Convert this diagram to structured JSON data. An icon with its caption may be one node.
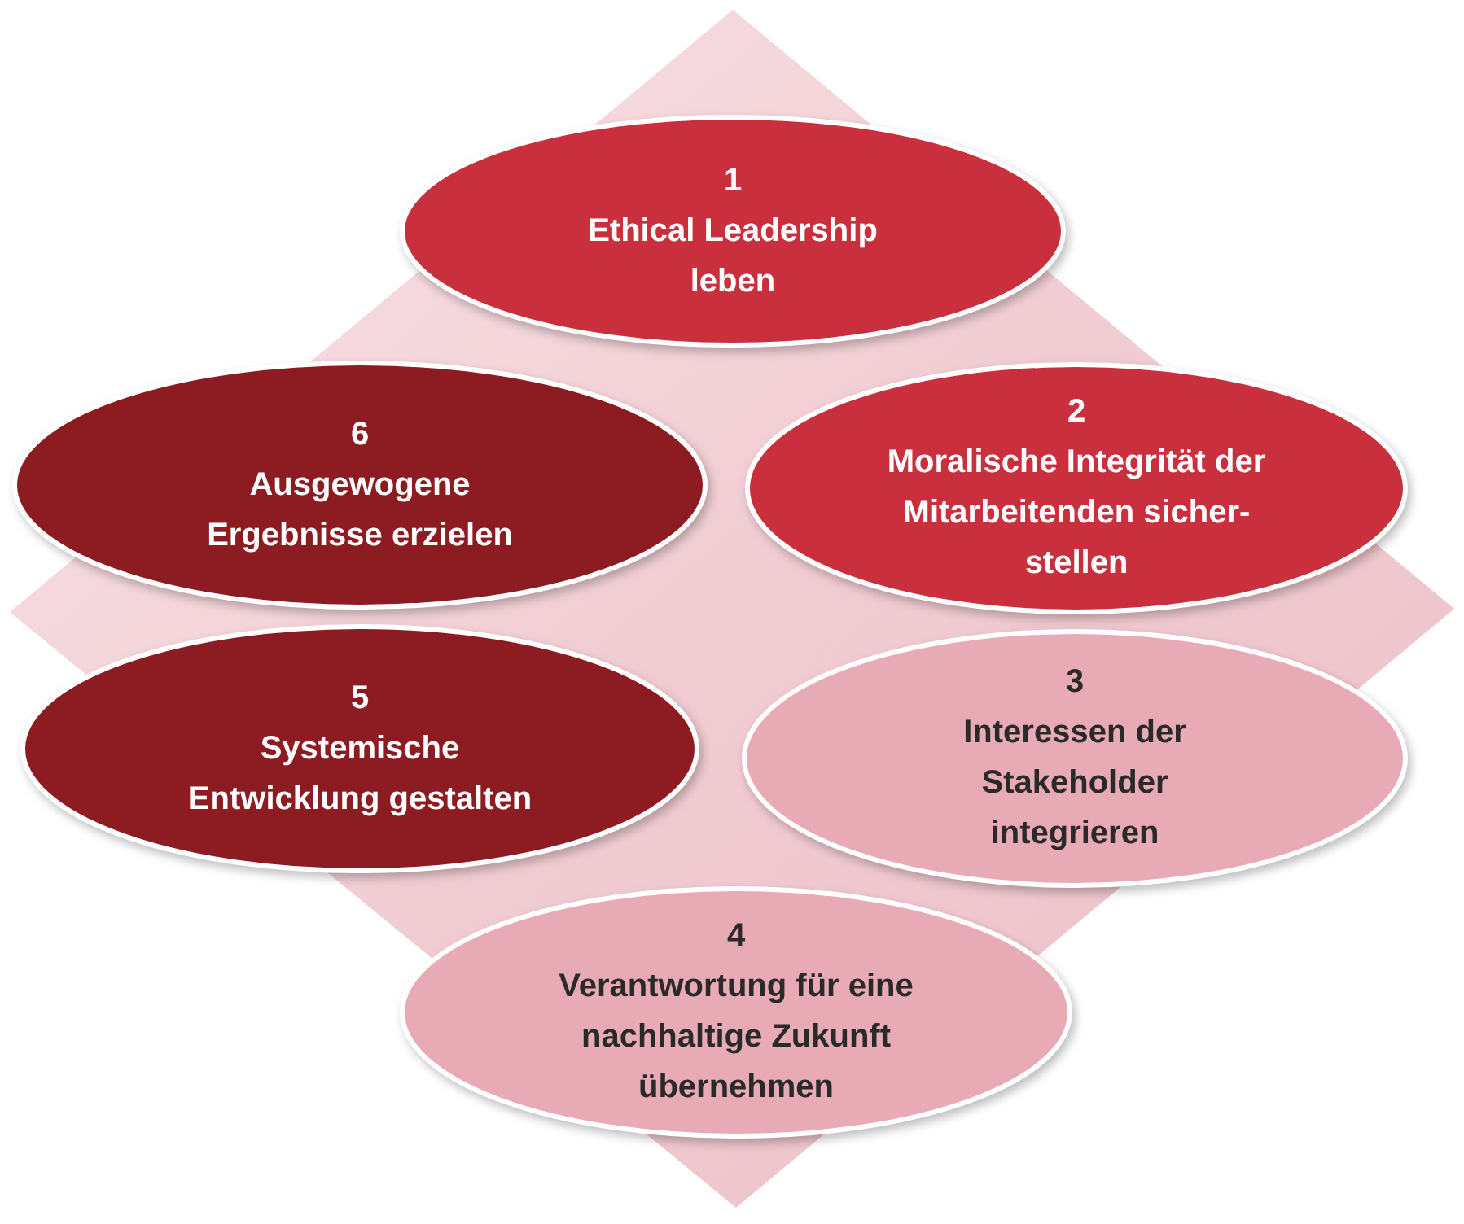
{
  "diagram": {
    "nodes": [
      {
        "text": [
          "1",
          "Ethical Leadership leben"
        ]
      },
      {
        "text": [
          "2",
          "Moralische Integrität der Mitarbeitenden sicher- stellen"
        ]
      },
      {
        "text": [
          "3",
          "Interessen der Stakeholder integrieren"
        ]
      },
      {
        "text": [
          "4",
          "Verantwortung für eine nachhaltige Zukunft übernehmen"
        ]
      },
      {
        "text": [
          "5",
          "Systemische Entwicklung gestalten"
        ]
      },
      {
        "text": [
          "6",
          "Ausgewogene Ergebnisse erzielen"
        ]
      }
    ]
  }
}
